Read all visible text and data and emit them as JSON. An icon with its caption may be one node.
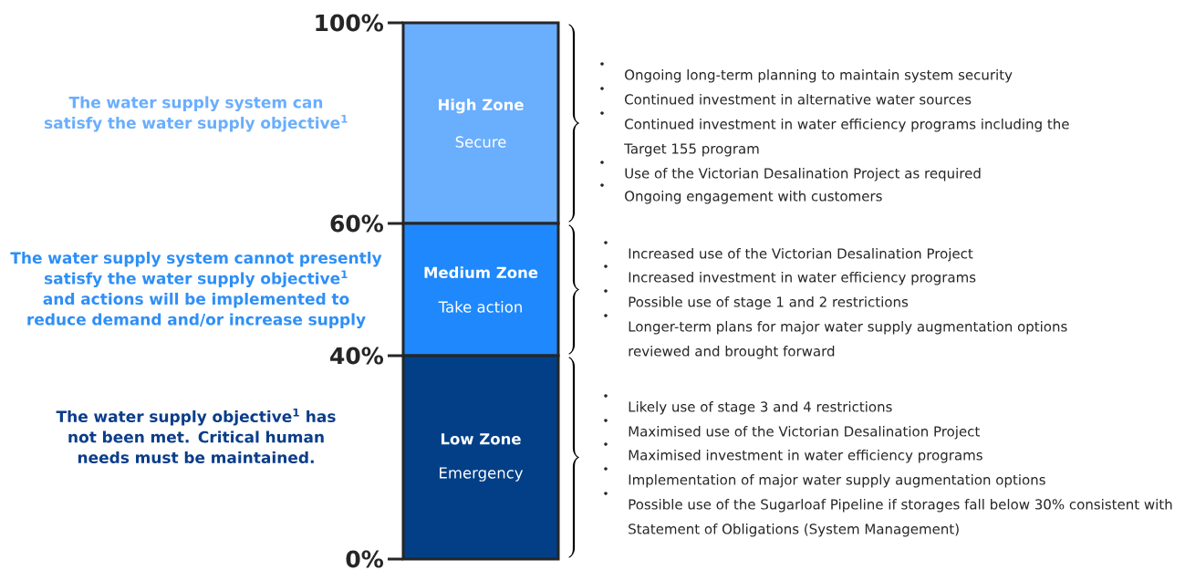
{
  "diagram": {
    "nodes": [
      {
        "text": [
          "High Zone",
          "Secure"
        ]
      },
      {
        "text": [
          "Medium Zone",
          "Take action"
        ]
      },
      {
        "text": [
          "Low Zone",
          "Emergency"
        ]
      }
    ],
    "edges": [],
    "labels": [
      "100%",
      "The water supply system can satisfy the water supply objective$^{1}$",
      "Ongoing long-term planning to maintain system security",
      "Continued investment in alternative water sources",
      "Continued investment in water efficiency programs including the Target 155 program",
      "Use of the Victorian Desalination Project as required",
      "Ongoing engagement with customers",
      "60%",
      "The water supply system cannot presently satisfy the water supply objective$^{1}$ and actions will be implemented to reduce demand and/or increase supply",
      "Increased use of the Victorian Desalination Project",
      "Increased investment in water efficiency programs",
      "Possible use of stage 1 and 2 restrictions",
      "Longer-term plans for major water supply augmentation options reviewed and brought forward",
      "40%",
      "The water supply objective$^{1}$ has not been met. Critical human needs must be maintained.",
      "Likely use of stage 3 and 4 restrictions",
      "Maximised use of the Victorian Desalination Project",
      "Maximised investment in water efficiency programs",
      "Implementation of major water supply augmentation options",
      "Possible use of the Sugarloaf Pipeline if storages fall below 30% consistent with Statement of Obligations (System Management)",
      "0%"
    ]
  }
}
